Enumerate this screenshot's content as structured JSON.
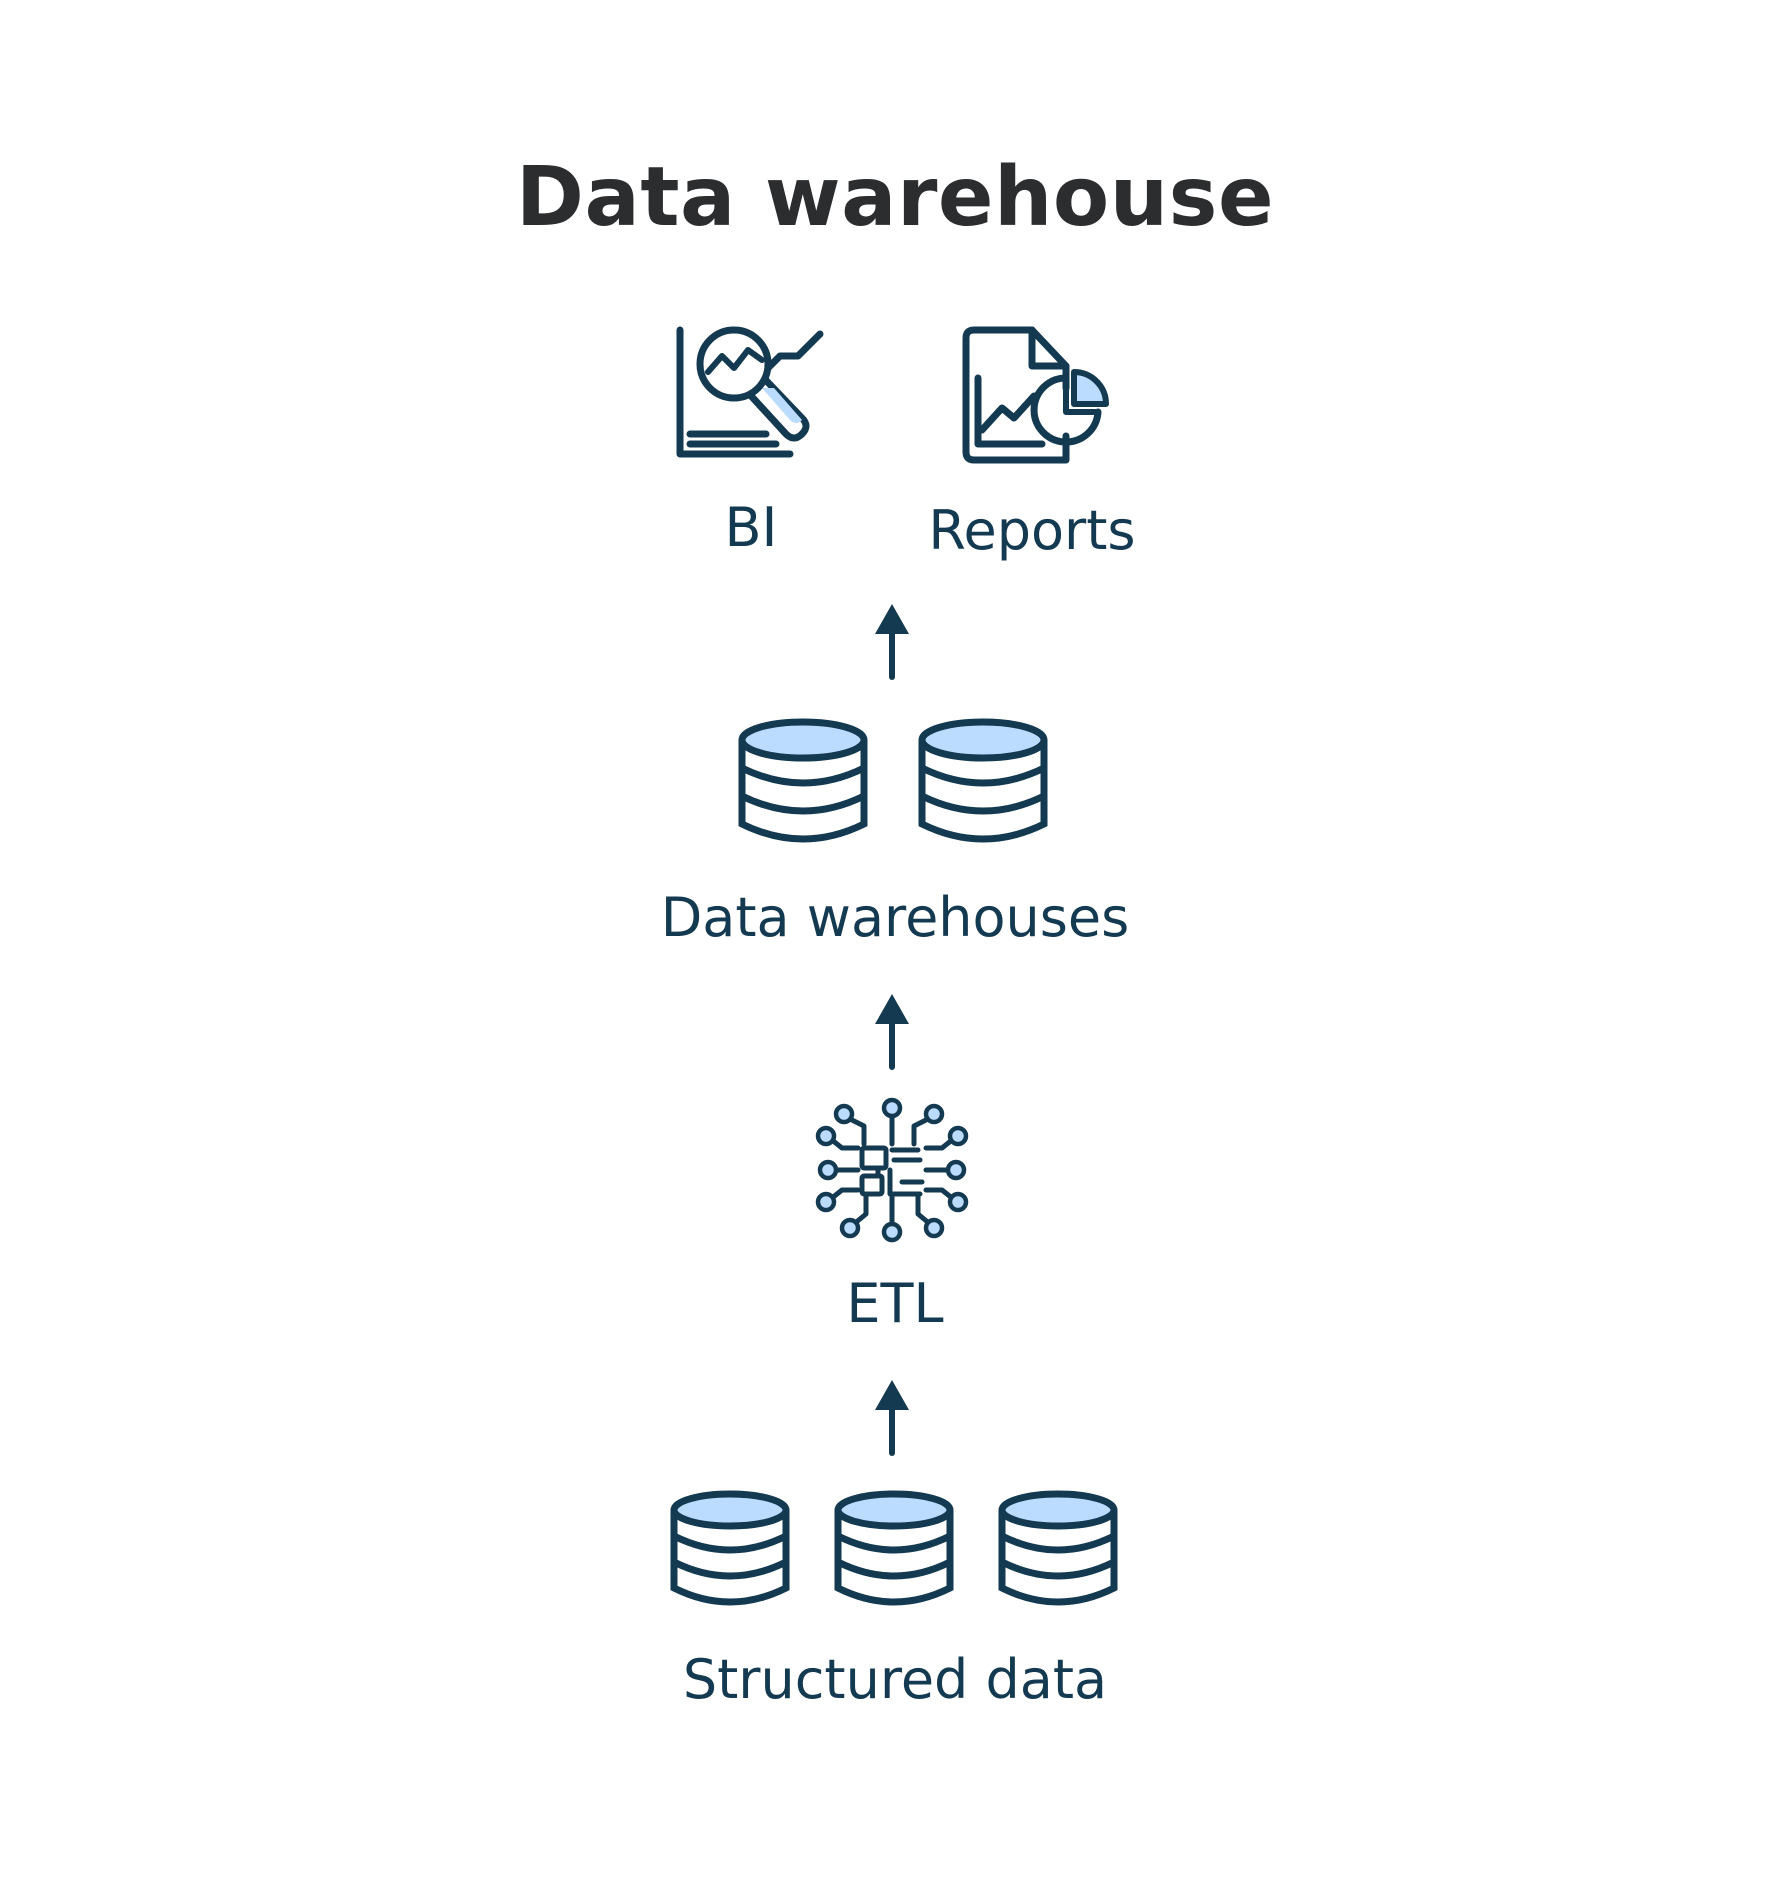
{
  "title": "Data warehouse",
  "colors": {
    "stroke": "#143a52",
    "fill_light": "#bcdcff",
    "title": "#2b2d2f",
    "background": "#ffffff"
  },
  "layers": {
    "consumption": {
      "bi_label": "BI",
      "reports_label": "Reports",
      "bi_icon": "bi-analytics-icon",
      "reports_icon": "report-document-icon"
    },
    "storage": {
      "label": "Data warehouses",
      "icon": "database-icon",
      "count": 2
    },
    "processing": {
      "label": "ETL",
      "icon": "circuit-chip-icon"
    },
    "sources": {
      "label": "Structured data",
      "icon": "database-icon",
      "count": 3
    }
  }
}
